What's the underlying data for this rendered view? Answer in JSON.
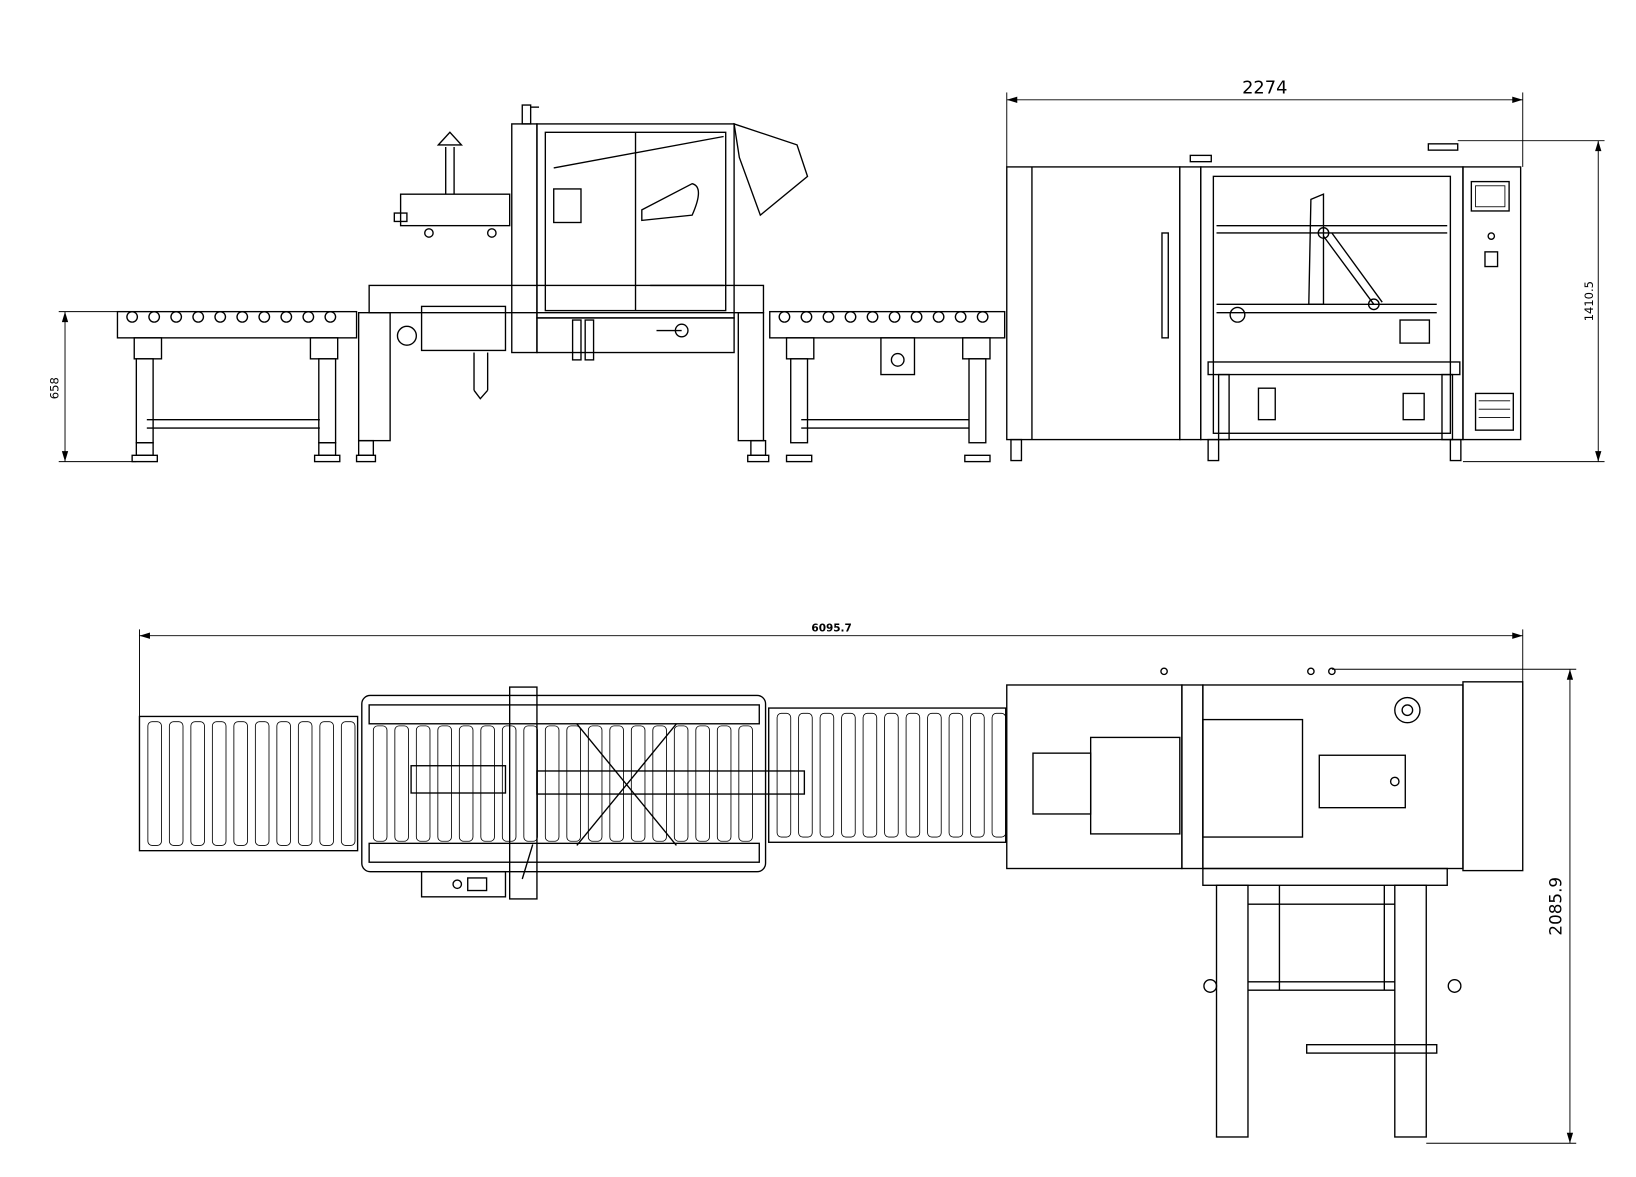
{
  "drawing": {
    "title": "Case erector and sealer line layout",
    "line_color": "#000000",
    "background": "#ffffff"
  },
  "dimensions": {
    "front_width": "2274",
    "front_height": "1410.5",
    "conveyor_height": "658",
    "total_length": "6095.7",
    "total_depth": "2085.9"
  }
}
